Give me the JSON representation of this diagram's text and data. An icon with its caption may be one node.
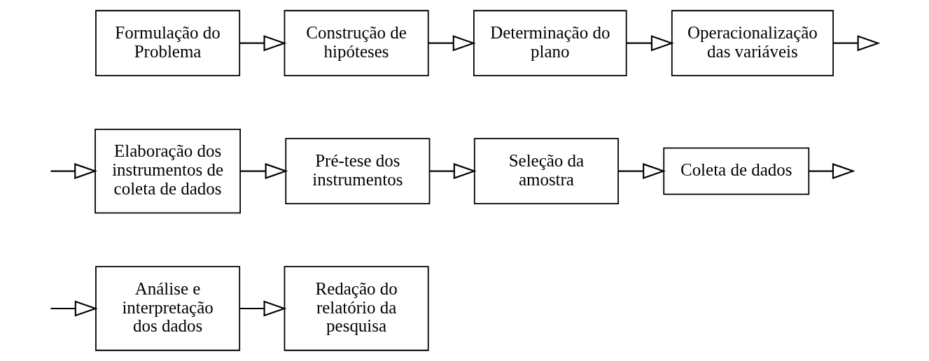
{
  "diagram": {
    "nodes": [
      {
        "text": [
          "Formulação do Problema"
        ]
      },
      {
        "text": [
          "Construção de hipóteses"
        ]
      },
      {
        "text": [
          "Determinação do plano"
        ]
      },
      {
        "text": [
          "Operacionalização das variáveis"
        ]
      },
      {
        "text": [
          "Elaboração dos instrumentos de coleta de dados"
        ]
      },
      {
        "text": [
          "Pré-tese dos instrumentos"
        ]
      },
      {
        "text": [
          "Seleção da amostra"
        ]
      },
      {
        "text": [
          "Coleta de dados"
        ]
      },
      {
        "text": [
          "Análise e interpretação dos dados"
        ]
      },
      {
        "text": [
          "Redação do relatório da pesquisa"
        ]
      }
    ],
    "edges": [
      {
        "from": 0,
        "to": 1,
        "arrow": "to"
      },
      {
        "from": 1,
        "to": 2,
        "arrow": "to"
      },
      {
        "from": 2,
        "to": 3,
        "arrow": "to"
      },
      {
        "from": 3,
        "to": null,
        "arrow": "to"
      },
      {
        "from": null,
        "to": 4,
        "arrow": "to"
      },
      {
        "from": 4,
        "to": 5,
        "arrow": "to"
      },
      {
        "from": 5,
        "to": 6,
        "arrow": "to"
      },
      {
        "from": 6,
        "to": 7,
        "arrow": "to"
      },
      {
        "from": 7,
        "to": null,
        "arrow": "to"
      },
      {
        "from": null,
        "to": 8,
        "arrow": "to"
      },
      {
        "from": 8,
        "to": 9,
        "arrow": "to"
      }
    ]
  }
}
